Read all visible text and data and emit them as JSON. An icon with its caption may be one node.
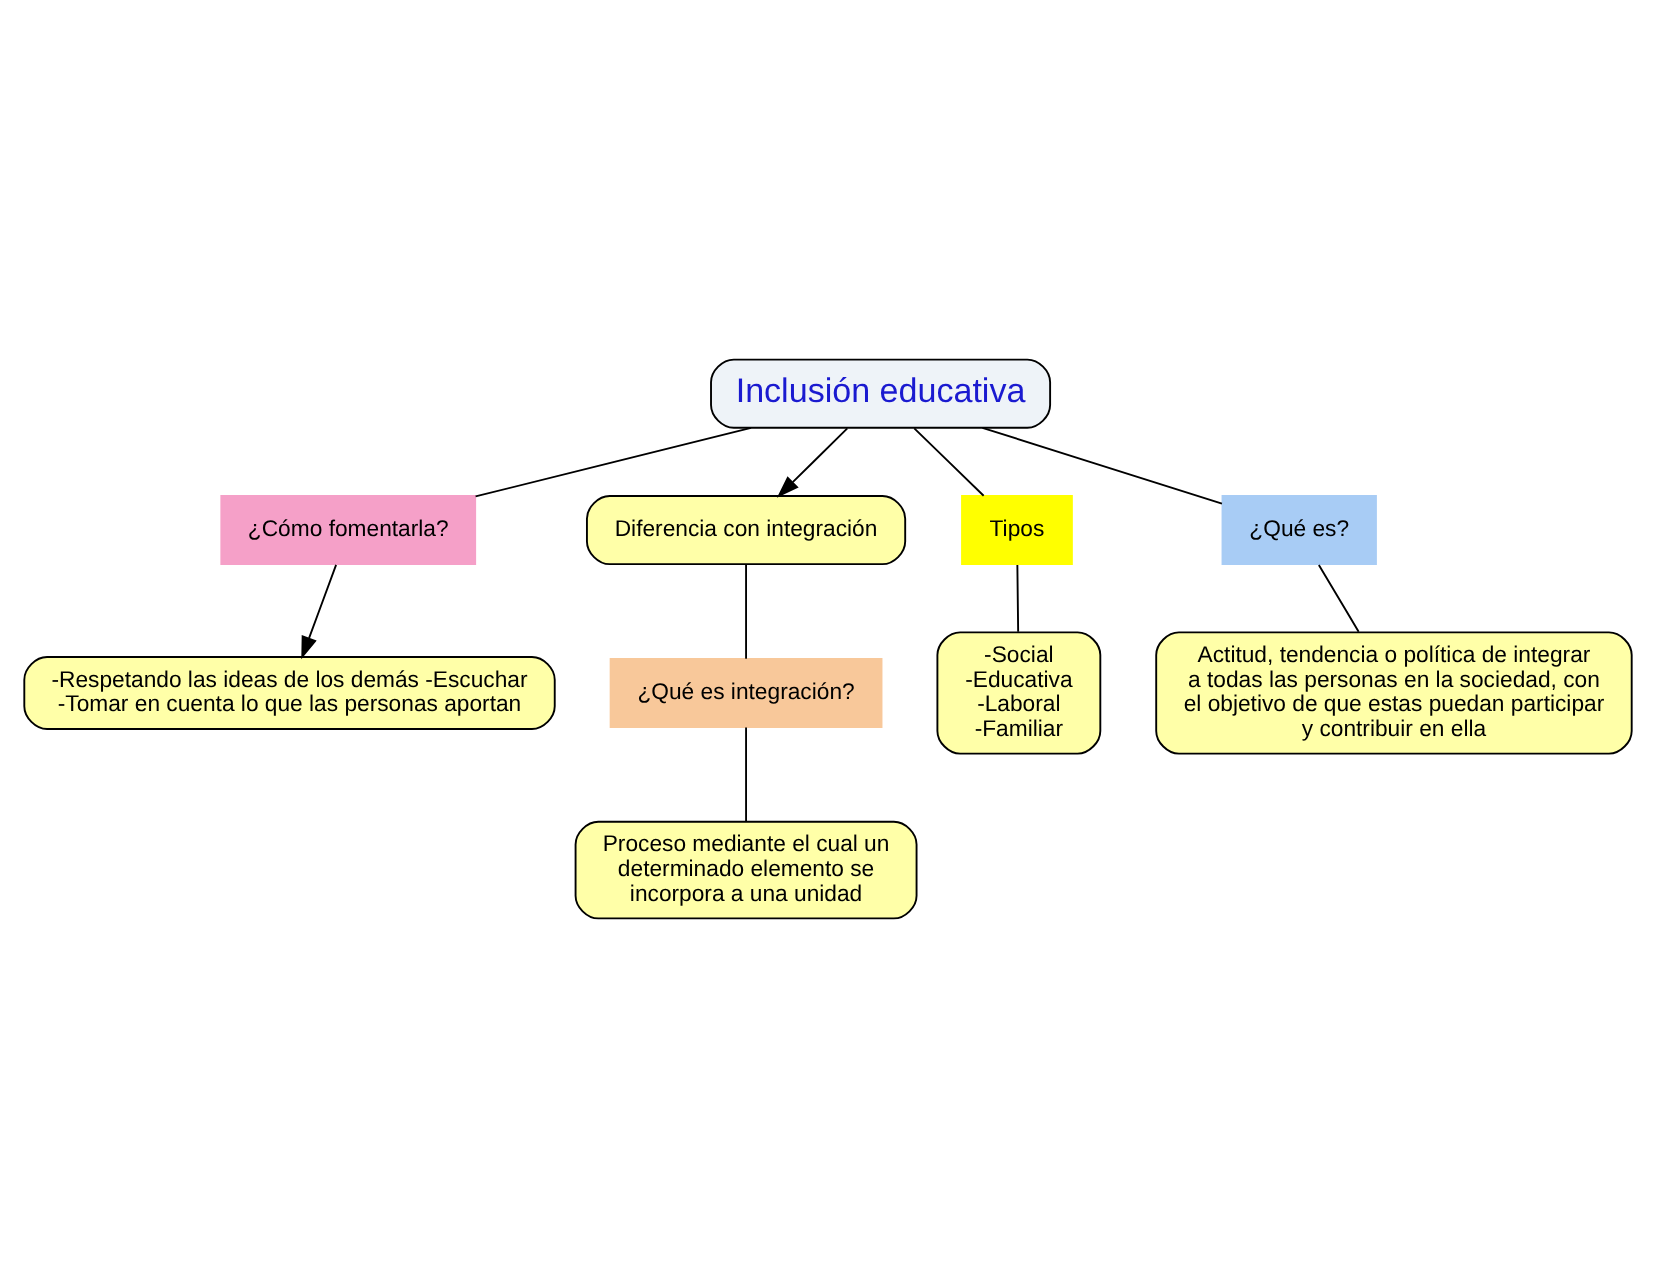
{
  "diagram": {
    "nodes": [
      {
        "text": [
          "Inclusión educativa"
        ]
      },
      {
        "text": [
          "¿Cómo fomentarla?"
        ]
      },
      {
        "text": [
          "-Respetando las ideas de los demás -Escuchar -Tomar en cuenta lo que las personas aportan"
        ]
      },
      {
        "text": [
          "Diferencia con integración"
        ]
      },
      {
        "text": [
          "¿Qué es integración?"
        ]
      },
      {
        "text": [
          "Proceso mediante el cual un determinado elemento se incorpora a una unidad"
        ]
      },
      {
        "text": [
          "Tipos"
        ]
      },
      {
        "text": [
          "-Social -Educativa -Laboral -Familiar"
        ]
      },
      {
        "text": [
          "¿Qué es?"
        ]
      },
      {
        "text": [
          "Actitud, tendencia o política de integrar a todas las personas en la sociedad, con el objetivo de que estas puedan participar y contribuir en ella"
        ]
      }
    ],
    "edges": [
      {
        "from": 0,
        "to": 1,
        "arrow": "none"
      },
      {
        "from": 1,
        "to": 2,
        "arrow": "to"
      },
      {
        "from": 0,
        "to": 3,
        "arrow": "to"
      },
      {
        "from": 3,
        "to": 4,
        "arrow": "none"
      },
      {
        "from": 4,
        "to": 5,
        "arrow": "none"
      },
      {
        "from": 0,
        "to": 6,
        "arrow": "none"
      },
      {
        "from": 6,
        "to": 7,
        "arrow": "none"
      },
      {
        "from": 0,
        "to": 8,
        "arrow": "none"
      },
      {
        "from": 8,
        "to": 9,
        "arrow": "none"
      }
    ]
  }
}
